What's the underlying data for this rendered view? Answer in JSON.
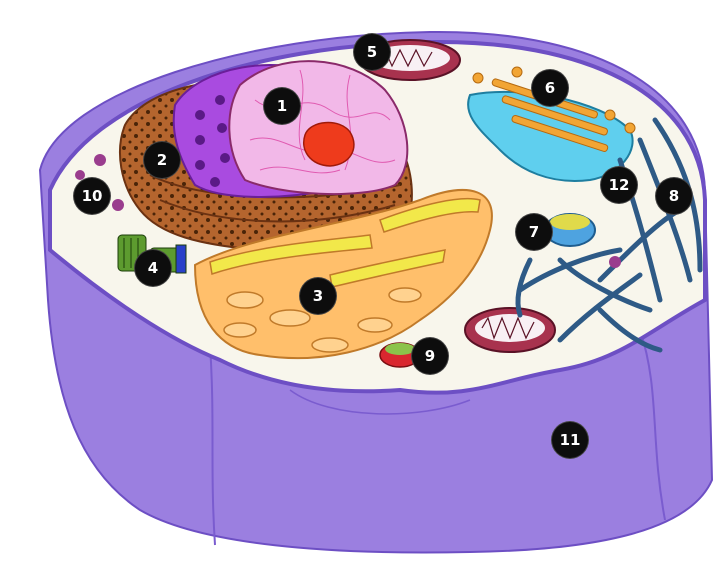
{
  "colors": {
    "membrane": "#9b7fe0",
    "membrane_dark": "#6d4fc4",
    "cytoplasm": "#f8f6ec",
    "nucleus": "#f2b8e8",
    "nucleolus": "#ee3b1c",
    "chromatin": "#d9349a",
    "rough_er": "#b5652e",
    "golgi": "#5fcfee",
    "golgi_vesicle": "#f2a534",
    "mitochondria": "#a8324e",
    "cytoskeleton": "#2e5a86",
    "vacuole": "#ffbf6b",
    "lysosome": "#d9272f",
    "centrosome": "#5d9b2f",
    "ribosome": "#9a3d8e"
  },
  "markers": [
    {
      "label": "1",
      "name": "nucleus"
    },
    {
      "label": "2",
      "name": "rough-endoplasmic-reticulum"
    },
    {
      "label": "3",
      "name": "smooth-endoplasmic-reticulum"
    },
    {
      "label": "4",
      "name": "centriole"
    },
    {
      "label": "5",
      "name": "mitochondrion"
    },
    {
      "label": "6",
      "name": "golgi-apparatus"
    },
    {
      "label": "7",
      "name": "vesicle"
    },
    {
      "label": "8",
      "name": "cytoskeleton"
    },
    {
      "label": "9",
      "name": "lysosome"
    },
    {
      "label": "10",
      "name": "ribosome"
    },
    {
      "label": "11",
      "name": "cell-membrane"
    },
    {
      "label": "12",
      "name": "cytoplasm"
    }
  ]
}
